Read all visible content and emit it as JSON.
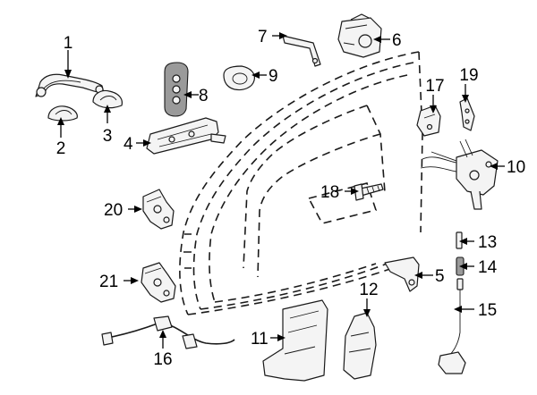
{
  "callouts": {
    "c1": "1",
    "c2": "2",
    "c3": "3",
    "c4": "4",
    "c5": "5",
    "c6": "6",
    "c7": "7",
    "c8": "8",
    "c9": "9",
    "c10": "10",
    "c11": "11",
    "c12": "12",
    "c13": "13",
    "c14": "14",
    "c15": "15",
    "c16": "16",
    "c17": "17",
    "c18": "18",
    "c19": "19",
    "c20": "20",
    "c21": "21"
  },
  "style": {
    "line_color": "#1a1a1a",
    "part_fill": "#f4f4f4",
    "background": "#ffffff"
  }
}
